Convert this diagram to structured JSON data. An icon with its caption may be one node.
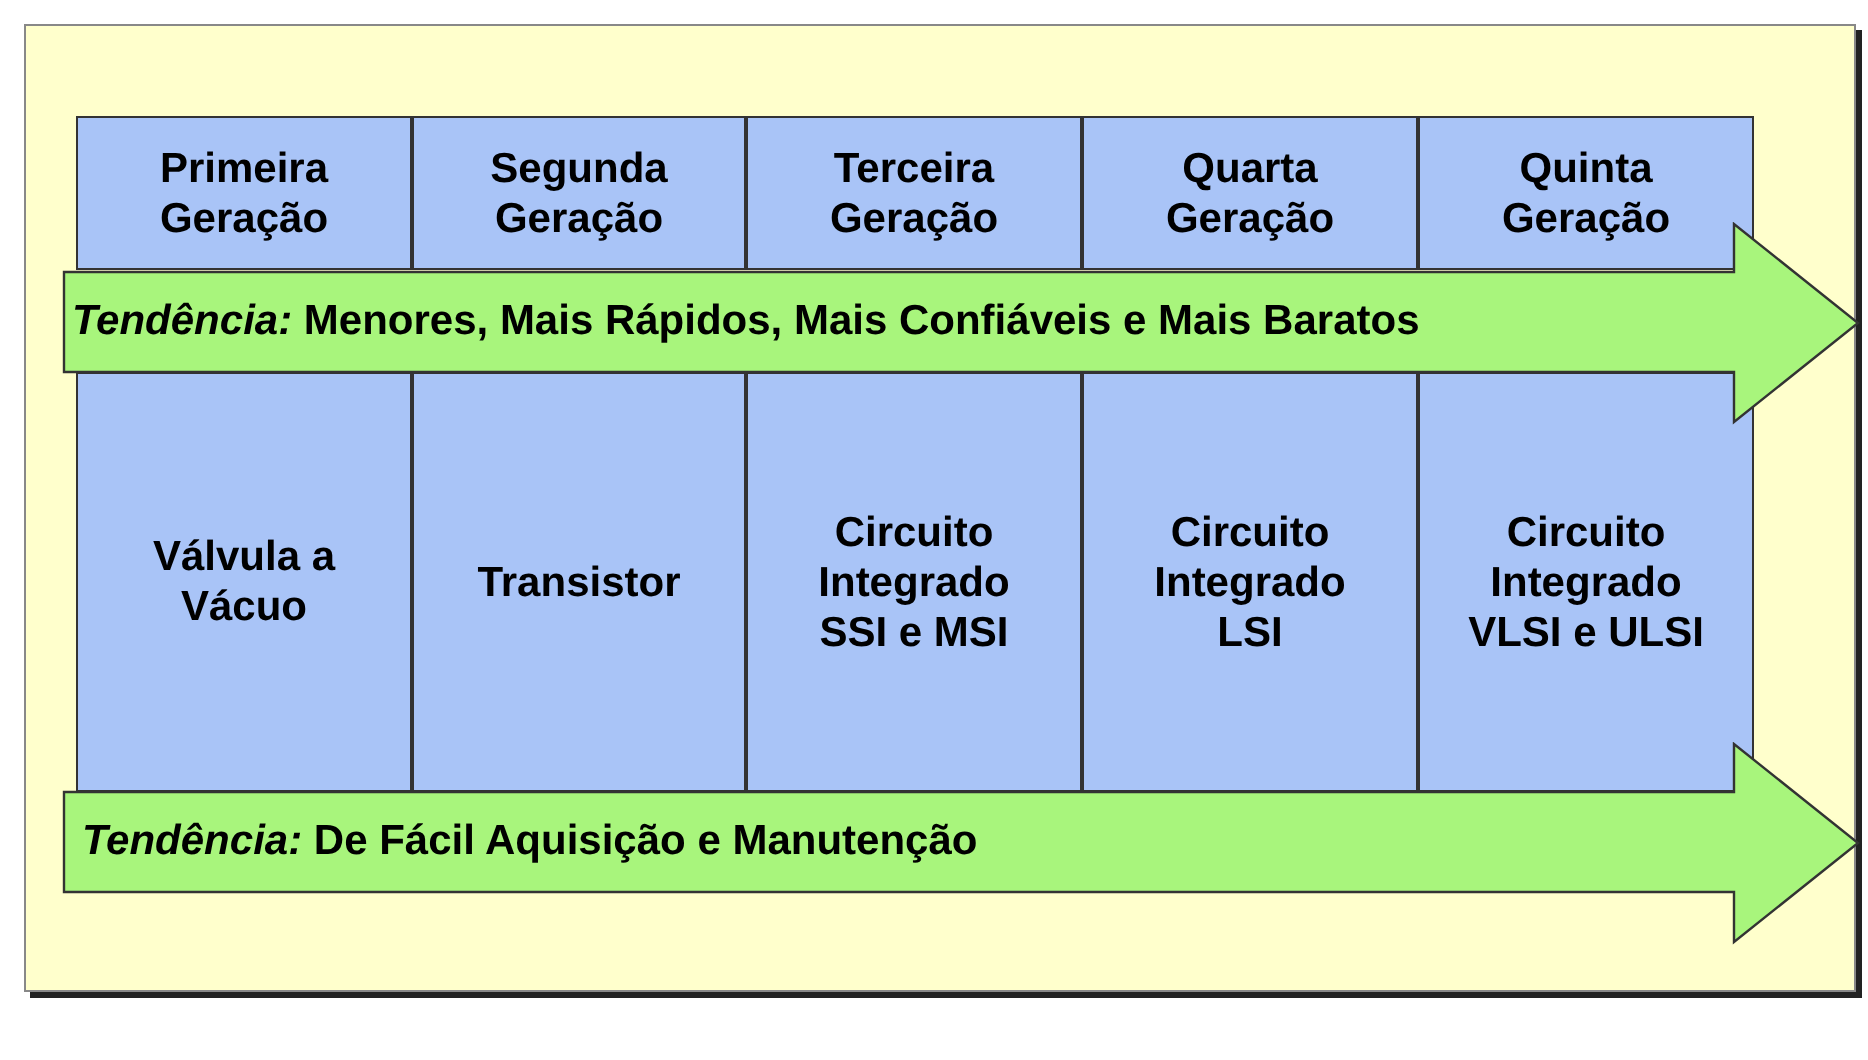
{
  "diagram": {
    "nodes": [
      {
        "text": [
          "Primeira Geração"
        ]
      },
      {
        "text": [
          "Segunda Geração"
        ]
      },
      {
        "text": [
          "Terceira Geração"
        ]
      },
      {
        "text": [
          "Quarta Geração"
        ]
      },
      {
        "text": [
          "Quinta Geração"
        ]
      },
      {
        "text": [
          "*Tendência:* Menores, Mais Rápidos, Mais Confiáveis e Mais Baratos"
        ]
      },
      {
        "text": [
          "Válvula a Vácuo"
        ]
      },
      {
        "text": [
          "Transistor"
        ]
      },
      {
        "text": [
          "Circuito Integrado SSI e MSI"
        ]
      },
      {
        "text": [
          "Circuito Integrado LSI"
        ]
      },
      {
        "text": [
          "Circuito Integrado VLSI e ULSI"
        ]
      },
      {
        "text": [
          "*Tendência:* De Fácil Aquisição e Manutenção"
        ]
      }
    ],
    "edges": []
  }
}
